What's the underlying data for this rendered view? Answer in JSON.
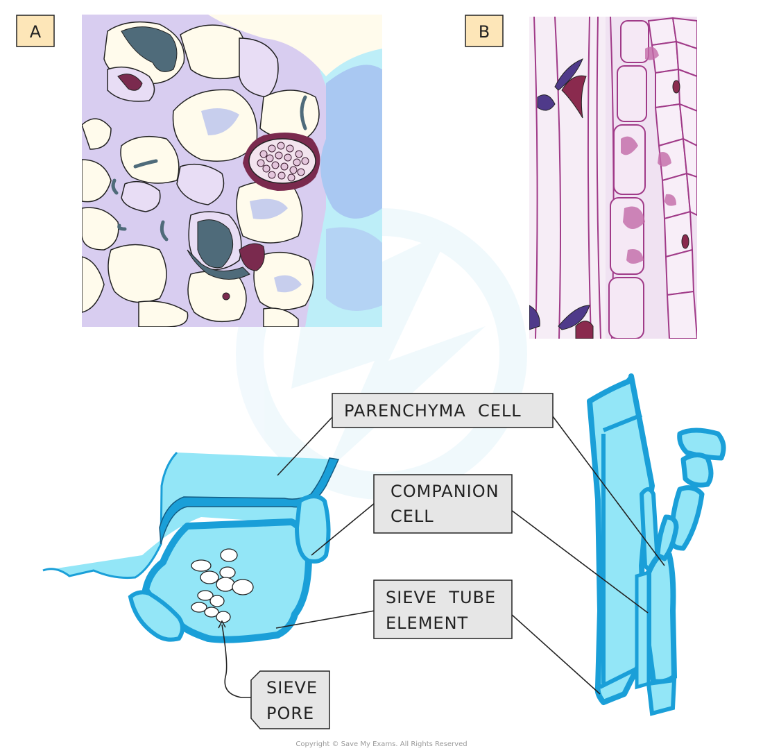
{
  "panels": [
    {
      "tag": "A"
    },
    {
      "tag": "B"
    }
  ],
  "labels": {
    "parenchyma": "PARENCHYMA  CELL",
    "companion_line1": "COMPANION",
    "companion_line2": "CELL",
    "sieve_tube_line1": "SIEVE  TUBE",
    "sieve_tube_line2": "ELEMENT",
    "sieve_pore_line1": "SIEVE",
    "sieve_pore_line2": "PORE"
  },
  "copyright": "Copyright © Save My Exams. All Rights Reserved",
  "colors": {
    "tissue_cyan": "#93e6f7",
    "tissue_wall": "#1a9fd8",
    "micro_purple": "#d8cdf0",
    "micro_cream": "#fffbec",
    "stain_maroon": "#7a2a4e",
    "stain_slate": "#4f6b7a",
    "long_pink": "#f0e2f2",
    "long_wall": "#a03a88",
    "label_box": "#e6e6e6"
  }
}
